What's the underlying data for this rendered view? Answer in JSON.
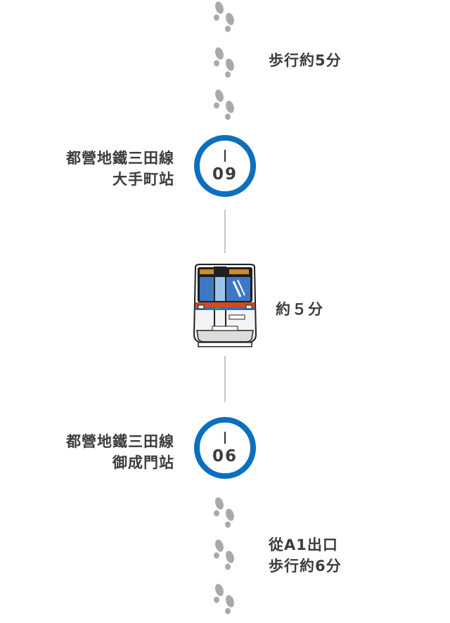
{
  "walk_top": {
    "line1": "歩行約5分"
  },
  "station_top": {
    "line": "都營地鐵三田線",
    "name": "大手町站",
    "code_letter": "I",
    "code_number": "09",
    "ring_color": "#0b6fbf"
  },
  "train": {
    "duration": "約５分",
    "icon": "subway-train-icon"
  },
  "station_bottom": {
    "line": "都營地鐵三田線",
    "name": "御成門站",
    "code_letter": "I",
    "code_number": "06",
    "ring_color": "#0b6fbf"
  },
  "walk_bottom": {
    "line1": "從A1出口",
    "line2": "歩行約6分"
  },
  "icons": {
    "footprints": "footprints-icon"
  }
}
